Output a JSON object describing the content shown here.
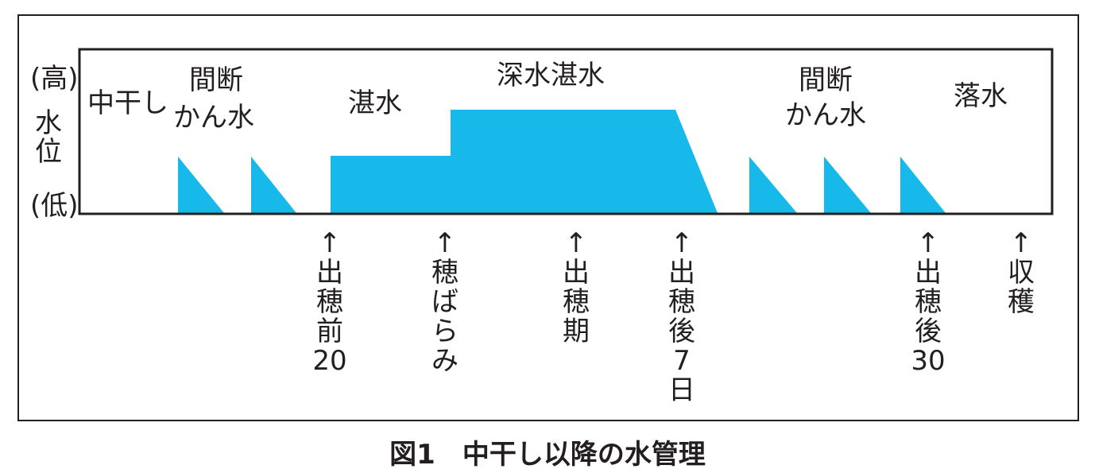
{
  "y_axis": {
    "high": "(高)",
    "label_1": "水",
    "label_2": "位",
    "low": "(低)"
  },
  "phases": {
    "nakaboshi": "中干し",
    "intermittent_1_a": "間断",
    "intermittent_1_b": "かん水",
    "flooding": "湛水",
    "deep_flooding": "深水湛水",
    "intermittent_2_a": "間断",
    "intermittent_2_b": "かん水",
    "drainage": "落水"
  },
  "markers": [
    {
      "lines": [
        "↑",
        "出",
        "穂",
        "前",
        "20"
      ]
    },
    {
      "lines": [
        "↑",
        "穂",
        "ば",
        "ら",
        "み"
      ]
    },
    {
      "lines": [
        "↑",
        "出",
        "穂",
        "期"
      ]
    },
    {
      "lines": [
        "↑",
        "出",
        "穂",
        "後",
        "7",
        "日"
      ]
    },
    {
      "lines": [
        "↑",
        "出",
        "穂",
        "後",
        "30"
      ]
    },
    {
      "lines": [
        "↑",
        "収",
        "穫"
      ]
    }
  ],
  "caption": "図1　中干し以降の水管理",
  "colors": {
    "water": "#17b8ea",
    "line": "#231f20"
  }
}
